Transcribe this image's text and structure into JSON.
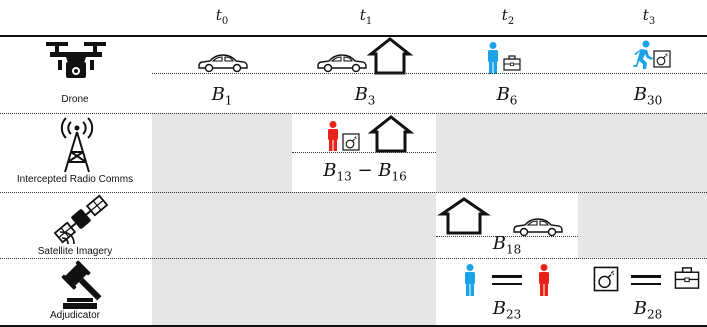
{
  "time_steps": [
    {
      "var": "t",
      "sub": "0"
    },
    {
      "var": "t",
      "sub": "1"
    },
    {
      "var": "t",
      "sub": "2"
    },
    {
      "var": "t",
      "sub": "3"
    }
  ],
  "rows": [
    {
      "label": "Drone"
    },
    {
      "label": "Intercepted Radio Comms"
    },
    {
      "label": "Satellite Imagery"
    },
    {
      "label": "Adjudicator"
    }
  ],
  "beliefs": {
    "drone_t0": {
      "var": "B",
      "sub": "1"
    },
    "drone_t1": {
      "var": "B",
      "sub": "3"
    },
    "drone_t2": {
      "var": "B",
      "sub": "6"
    },
    "drone_t3": {
      "var": "B",
      "sub": "30"
    },
    "radio_t1": {
      "var": "B",
      "sub": "13",
      "range_sub": "16"
    },
    "satellite_t2": {
      "var": "B",
      "sub": "18"
    },
    "adjudicator_t2": {
      "var": "B",
      "sub": "23"
    },
    "adjudicator_t3": {
      "var": "B",
      "sub": "28"
    }
  },
  "colors": {
    "person_blue": "#1aa3e8",
    "person_red": "#e8231a",
    "inactive_cell": "#e6e6e6",
    "ink": "#111111"
  },
  "icons": {
    "drone": "drone-icon",
    "radio": "radio-tower-icon",
    "satellite": "satellite-icon",
    "adjudicator": "gavel-icon",
    "car": "car-icon",
    "house": "house-icon",
    "person": "person-icon",
    "running_person": "running-person-icon",
    "briefcase": "briefcase-icon",
    "bomb": "bomb-icon"
  }
}
